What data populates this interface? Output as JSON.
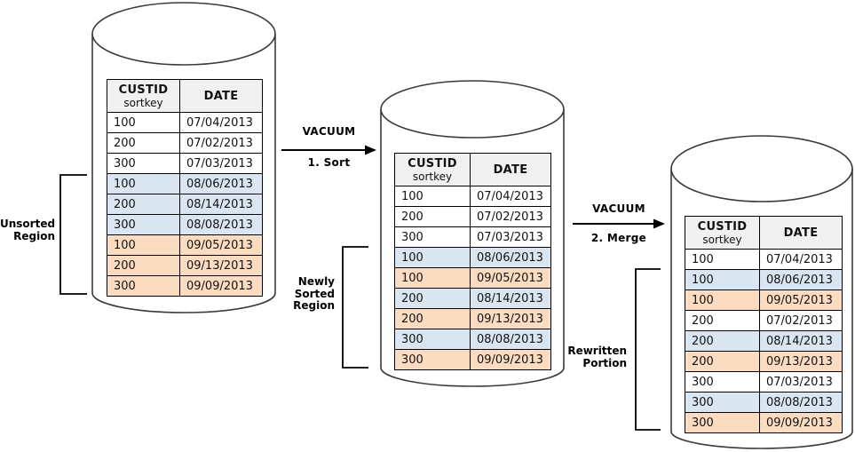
{
  "colors": {
    "band_blue": "#D9E5F1",
    "band_orange": "#FBDCC1",
    "header_bg": "#F0F0F0",
    "table_border": "#000000",
    "cylinder_outline": "#3A3A3A"
  },
  "arrows": [
    {
      "title": "VACUUM",
      "step": "1. Sort"
    },
    {
      "title": "VACUUM",
      "step": "2. Merge"
    }
  ],
  "regions": [
    {
      "name": "unsorted-region",
      "lines": [
        "Unsorted",
        "Region"
      ]
    },
    {
      "name": "newly-sorted-region",
      "lines": [
        "Newly",
        "Sorted",
        "Region"
      ]
    },
    {
      "name": "rewritten-portion",
      "lines": [
        "Rewritten",
        "Portion"
      ]
    }
  ],
  "tables": [
    {
      "id": "unsorted",
      "header": {
        "custid": "CUSTID",
        "sortkey": "sortkey",
        "date": "DATE"
      },
      "rows": [
        [
          "100",
          "07/04/2013",
          "white"
        ],
        [
          "200",
          "07/02/2013",
          "white"
        ],
        [
          "300",
          "07/03/2013",
          "white"
        ],
        [
          "100",
          "08/06/2013",
          "blue"
        ],
        [
          "200",
          "08/14/2013",
          "blue"
        ],
        [
          "300",
          "08/08/2013",
          "blue"
        ],
        [
          "100",
          "09/05/2013",
          "orange"
        ],
        [
          "200",
          "09/13/2013",
          "orange"
        ],
        [
          "300",
          "09/09/2013",
          "orange"
        ]
      ]
    },
    {
      "id": "sorted",
      "header": {
        "custid": "CUSTID",
        "sortkey": "sortkey",
        "date": "DATE"
      },
      "rows": [
        [
          "100",
          "07/04/2013",
          "white"
        ],
        [
          "200",
          "07/02/2013",
          "white"
        ],
        [
          "300",
          "07/03/2013",
          "white"
        ],
        [
          "100",
          "08/06/2013",
          "blue"
        ],
        [
          "100",
          "09/05/2013",
          "orange"
        ],
        [
          "200",
          "08/14/2013",
          "blue"
        ],
        [
          "200",
          "09/13/2013",
          "orange"
        ],
        [
          "300",
          "08/08/2013",
          "blue"
        ],
        [
          "300",
          "09/09/2013",
          "orange"
        ]
      ]
    },
    {
      "id": "merged",
      "header": {
        "custid": "CUSTID",
        "sortkey": "sortkey",
        "date": "DATE"
      },
      "rows": [
        [
          "100",
          "07/04/2013",
          "white"
        ],
        [
          "100",
          "08/06/2013",
          "blue"
        ],
        [
          "100",
          "09/05/2013",
          "orange"
        ],
        [
          "200",
          "07/02/2013",
          "white"
        ],
        [
          "200",
          "08/14/2013",
          "blue"
        ],
        [
          "200",
          "09/13/2013",
          "orange"
        ],
        [
          "300",
          "07/03/2013",
          "white"
        ],
        [
          "300",
          "08/08/2013",
          "blue"
        ],
        [
          "300",
          "09/09/2013",
          "orange"
        ]
      ]
    }
  ]
}
